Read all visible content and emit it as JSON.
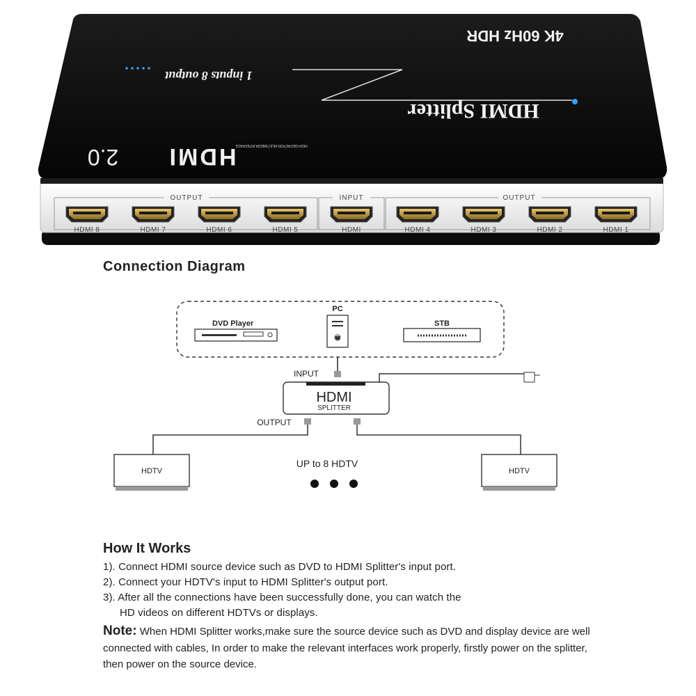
{
  "device": {
    "spec": "4K 60Hz HDR",
    "tagline": "1 inputs 8 output",
    "product_name": "HDMI Splitter",
    "logo_text": "HDMI",
    "logo_small": "HIGH-DEFINITION MULTIMEDIA INTERFACE",
    "version": "2.0",
    "output_label": "OUTPUT",
    "input_label": "INPUT",
    "ports_left": [
      "HDMI 8",
      "HDMI 7",
      "HDMI 6",
      "HDMI 5"
    ],
    "port_input": "HDMI",
    "ports_right": [
      "HDMI 4",
      "HDMI 3",
      "HDMI 2",
      "HDMI 1"
    ]
  },
  "diagram": {
    "title": "Connection Diagram",
    "source_dvd": "DVD  Player",
    "source_pc": "PC",
    "source_stb": "STB",
    "input_label": "INPUT",
    "splitter_main": "HDMI",
    "splitter_sub": "SPLITTER",
    "output_label": "OUTPUT",
    "tv_left": "HDTV",
    "tv_right": "HDTV",
    "up_to": "UP to 8 HDTV"
  },
  "how_it_works": {
    "title": "How It Works",
    "step1": "1). Connect HDMI source device such as DVD to HDMI Splitter's input port.",
    "step2": "2). Connect your HDTV's input to HDMI Splitter's output port.",
    "step3a": "3). After all the connections have been successfully done, you can watch the",
    "step3b": "HD videos on different HDTVs or displays."
  },
  "note": {
    "label": "Note:",
    "text": " When HDMI Splitter works,make sure the source device such as DVD and display device are well connected with cables, In order to make the relevant interfaces work properly, firstly power on the splitter, then power on the source device."
  },
  "colors": {
    "device_body": "#111111",
    "led": "#3aa0ff",
    "front_panel": "#f4f4f4"
  }
}
